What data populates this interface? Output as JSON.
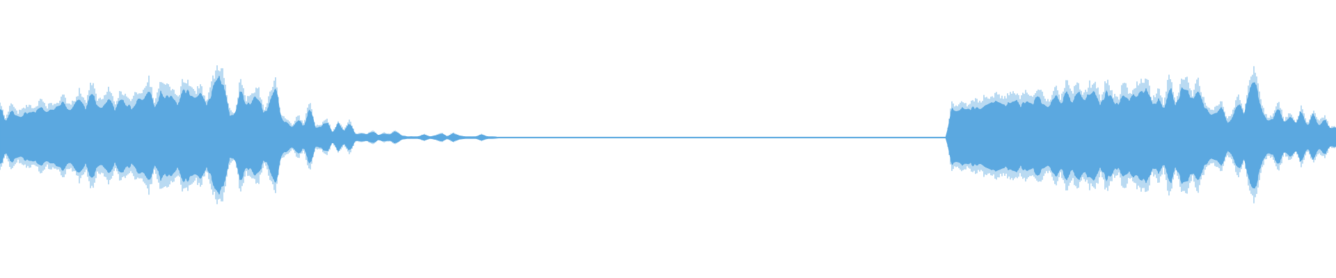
{
  "waveform": {
    "color": "#5BA8E0",
    "background": "#FFFFFF",
    "envelope": [
      0.3,
      0.15,
      0.27,
      0.2,
      0.22,
      0.26,
      0.23,
      0.3,
      0.24,
      0.26,
      0.28,
      0.33,
      0.27,
      0.3,
      0.38,
      0.28,
      0.44,
      0.3,
      0.31,
      0.4,
      0.27,
      0.36,
      0.33,
      0.29,
      0.37,
      0.35,
      0.46,
      0.26,
      0.44,
      0.4,
      0.38,
      0.3,
      0.47,
      0.44,
      0.36,
      0.41,
      0.3,
      0.44,
      0.58,
      0.5,
      0.22,
      0.2,
      0.48,
      0.3,
      0.34,
      0.42,
      0.22,
      0.32,
      0.52,
      0.18,
      0.14,
      0.1,
      0.18,
      0.1,
      0.3,
      0.1,
      0.1,
      0.16,
      0.04,
      0.14,
      0.06,
      0.14,
      0.03,
      0.04,
      0.03,
      0.06,
      0.02,
      0.04,
      0.03,
      0.06,
      0.02,
      0.01,
      0.01,
      0.01,
      0.03,
      0.01,
      0.02,
      0.04,
      0.01,
      0.04,
      0.02,
      0.01,
      0.01,
      0.01,
      0.03,
      0.01,
      0.01,
      0.005,
      0.005,
      0.005,
      0.005,
      0.005,
      0.005,
      0.005,
      0.005,
      0.005,
      0.005,
      0.005,
      0.005,
      0.005,
      0.005,
      0.005,
      0.005,
      0.005,
      0.005,
      0.005,
      0.005,
      0.005,
      0.005,
      0.005,
      0.005,
      0.005,
      0.005,
      0.005,
      0.005,
      0.005,
      0.005,
      0.005,
      0.005,
      0.005,
      0.005,
      0.005,
      0.005,
      0.005,
      0.005,
      0.005,
      0.005,
      0.005,
      0.005,
      0.005,
      0.005,
      0.005,
      0.005,
      0.005,
      0.005,
      0.005,
      0.005,
      0.005,
      0.005,
      0.005,
      0.005,
      0.005,
      0.005,
      0.005,
      0.005,
      0.005,
      0.005,
      0.005,
      0.005,
      0.005,
      0.005,
      0.005,
      0.005,
      0.005,
      0.005,
      0.005,
      0.005,
      0.005,
      0.005,
      0.005,
      0.005,
      0.005,
      0.005,
      0.005,
      0.005,
      0.005,
      0.28,
      0.24,
      0.28,
      0.26,
      0.3,
      0.28,
      0.34,
      0.32,
      0.36,
      0.3,
      0.35,
      0.37,
      0.31,
      0.36,
      0.3,
      0.4,
      0.33,
      0.28,
      0.42,
      0.3,
      0.44,
      0.35,
      0.44,
      0.34,
      0.42,
      0.44,
      0.3,
      0.46,
      0.35,
      0.3,
      0.44,
      0.36,
      0.4,
      0.44,
      0.46,
      0.3,
      0.38,
      0.26,
      0.52,
      0.28,
      0.45,
      0.5,
      0.34,
      0.46,
      0.3,
      0.22,
      0.24,
      0.3,
      0.14,
      0.2,
      0.34,
      0.2,
      0.5,
      0.54,
      0.26,
      0.16,
      0.18,
      0.28,
      0.14,
      0.2,
      0.12,
      0.26,
      0.1,
      0.22,
      0.12,
      0.18,
      0.08,
      0.1
    ]
  }
}
